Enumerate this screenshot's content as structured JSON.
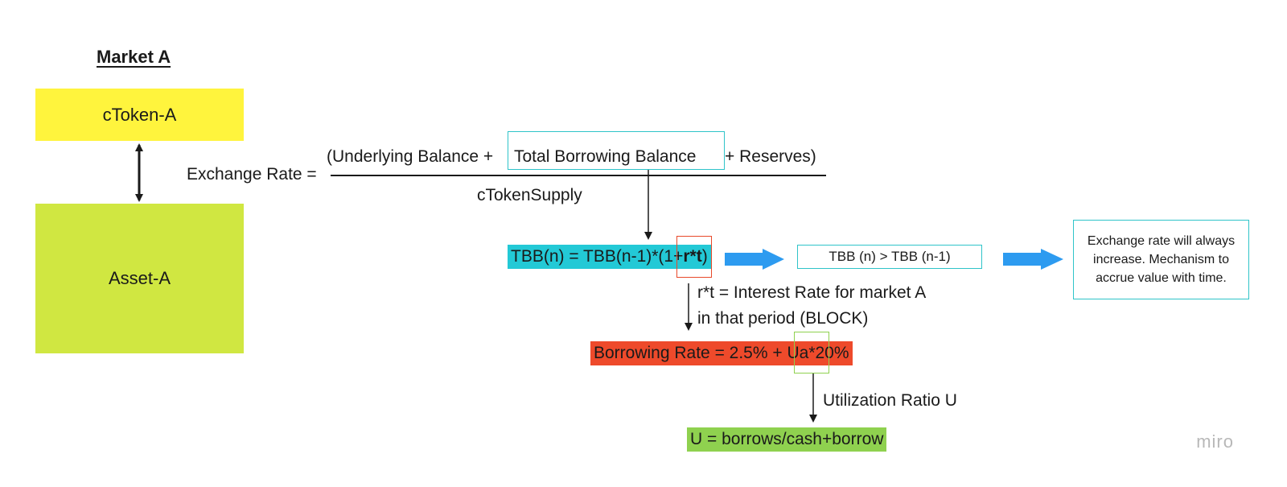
{
  "market": {
    "title": "Market A",
    "ctoken_label": "cToken-A",
    "asset_label": "Asset-A"
  },
  "exchange_formula": {
    "lhs": "Exchange Rate =",
    "num_prefix": "(Underlying Balance +",
    "num_tbb": "Total Borrowing Balance",
    "num_suffix": "+ Reserves)",
    "denominator": "cTokenSupply"
  },
  "tbb_formula": {
    "main": "TBB(n) = TBB(n-1)*(1+",
    "rt": "r*t",
    "close": ")"
  },
  "comparison": "TBB (n) > TBB (n-1)",
  "note": "Exchange rate will always increase. Mechanism to accrue value with time.",
  "interest_note": {
    "line1": "r*t = Interest Rate for market A",
    "line2": "in that period (BLOCK)"
  },
  "borrowing_rate": {
    "prefix": "Borrowing Rate = 2.5% + ",
    "ua": "Ua",
    "suffix": "*20%"
  },
  "utilization_label": "Utilization Ratio U",
  "utilization_formula": "U = borrows/cash+borrow",
  "watermark": "miro",
  "colors": {
    "ctoken_bg": "#fff43d",
    "asset_bg": "#d0e741",
    "tbb_bg": "#23c9d6",
    "borrow_bg": "#ee4a2b",
    "util_bg": "#8fd14f",
    "arrow_blue": "#2d9bf0",
    "outline_cyan": "#2fc4c9"
  }
}
